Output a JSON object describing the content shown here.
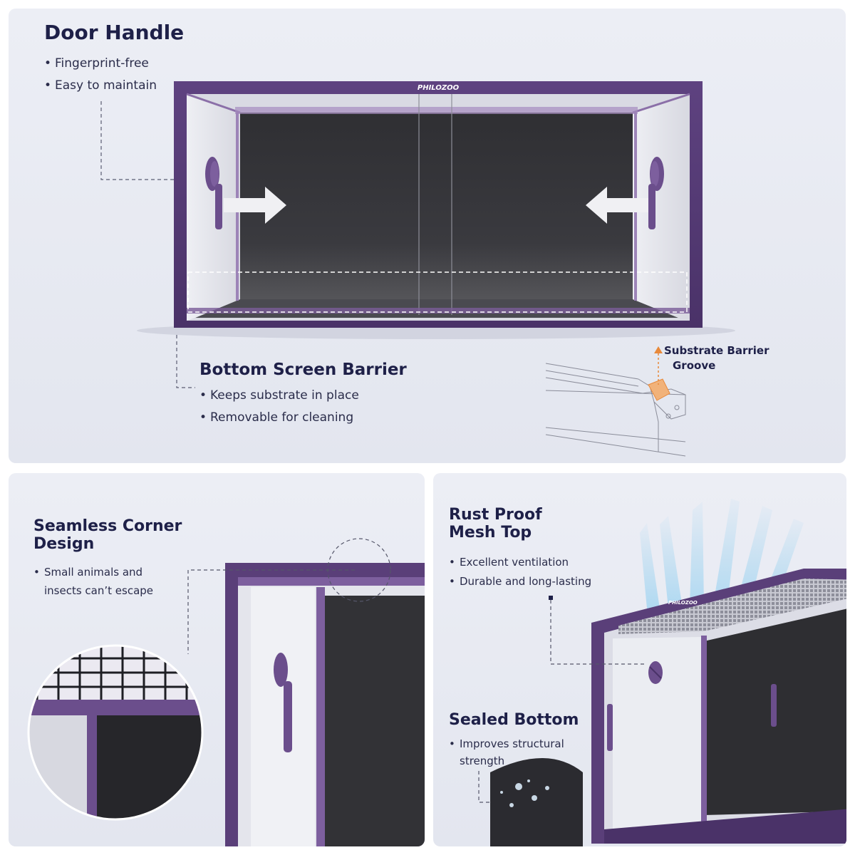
{
  "brand": "PHILOZOO",
  "colors": {
    "frame": "#5a3f79",
    "frame_dark": "#3f2a58",
    "panel_bg": "#e6e8f0",
    "heading": "#1e2048",
    "arrow": "#f2f2f4",
    "groove_accent": "#e8893a",
    "airflow": "#a9d7f1"
  },
  "door_handle": {
    "title": "Door Handle",
    "bullets": [
      "Fingerprint-free",
      "Easy to maintain"
    ]
  },
  "bottom_screen_barrier": {
    "title": "Bottom Screen Barrier",
    "bullets": [
      "Keeps substrate in place",
      "Removable for cleaning"
    ]
  },
  "groove_callout": {
    "line1": "Substrate Barrier",
    "line2": "Groove",
    "icon": "arrow-up-icon"
  },
  "seamless_corner": {
    "title": "Seamless Corner Design",
    "bullets": [
      "Small animals and insects can’t escape"
    ]
  },
  "mesh_top": {
    "title": "Rust Proof Mesh Top",
    "bullets": [
      "Excellent ventilation",
      "Durable and long-lasting"
    ]
  },
  "sealed_bottom": {
    "title": "Sealed Bottom",
    "bullets": [
      "Improves structural strength"
    ]
  }
}
